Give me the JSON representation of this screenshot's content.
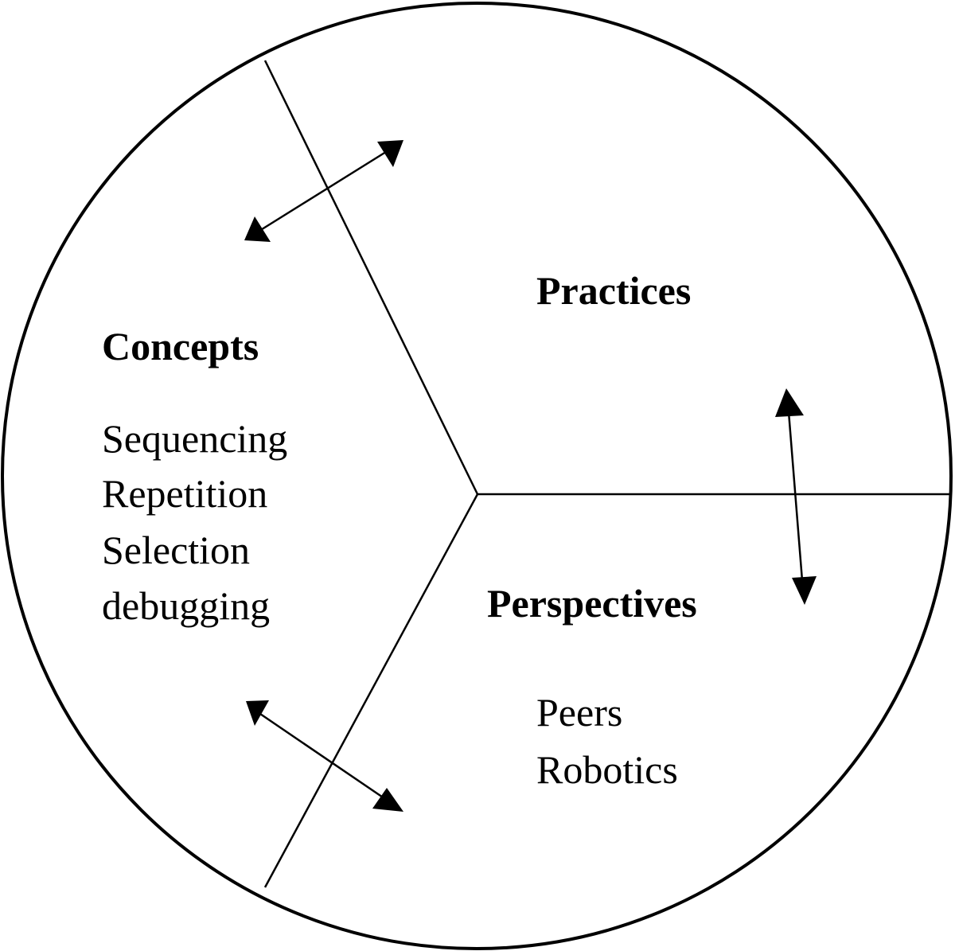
{
  "diagram": {
    "concepts": {
      "heading": "Concepts",
      "items": [
        "Sequencing",
        "Repetition",
        "Selection",
        "debugging"
      ]
    },
    "practices": {
      "heading": "Practices"
    },
    "perspectives": {
      "heading": "Perspectives",
      "items": [
        "Peers",
        "Robotics"
      ]
    },
    "colors": {
      "stroke": "#000000",
      "background": "#ffffff"
    }
  }
}
